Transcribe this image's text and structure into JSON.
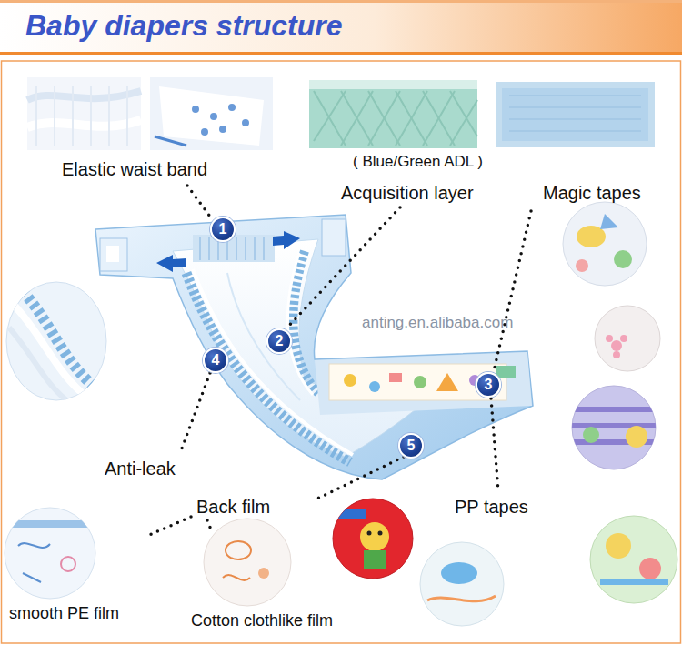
{
  "diagram": {
    "title": "Baby diapers structure",
    "nodes": [
      {
        "text": [
          "1"
        ]
      },
      {
        "text": [
          "2"
        ]
      },
      {
        "text": [
          "3"
        ]
      },
      {
        "text": [
          "4"
        ]
      },
      {
        "text": [
          "5"
        ]
      }
    ],
    "labels": [
      "Elastic waist band",
      "( Blue/Green ADL )",
      "Acquisition layer",
      "Magic tapes",
      "anting.en.alibaba.com",
      "Anti-leak",
      "Back film",
      "PP tapes",
      "smooth PE film",
      "Cotton clothlike film"
    ]
  }
}
